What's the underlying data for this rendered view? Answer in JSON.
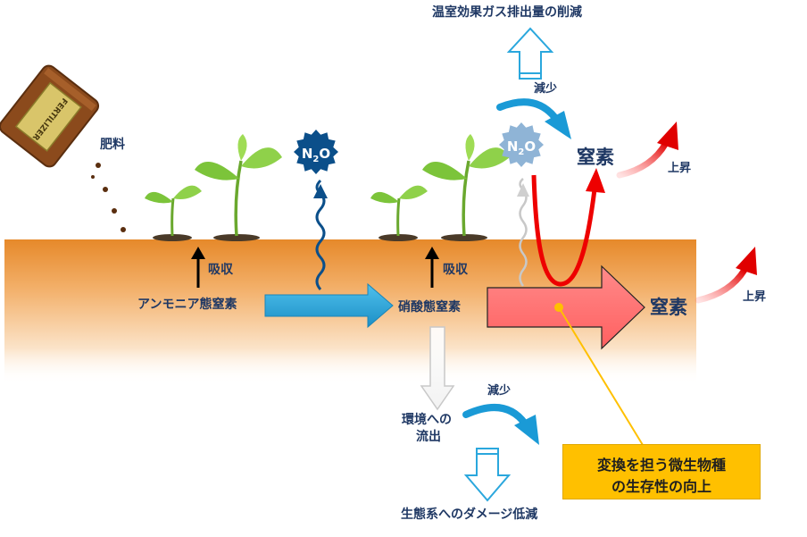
{
  "labels": {
    "fertilizer": "肥料",
    "absorb_left": "吸収",
    "absorb_right": "吸収",
    "ammonium": "アンモニア態窒素",
    "nitrate": "硝酸態窒素",
    "nitrogen_gas_top": "窒素",
    "nitrogen_gas_right": "窒素",
    "rise_top": "上昇",
    "rise_right": "上昇",
    "reduce_top": "減少",
    "reduce_bottom": "減少",
    "ghg_reduction": "温室効果ガス排出量の削減",
    "runoff_line1": "環境への",
    "runoff_line2": "流出",
    "ecosystem": "生態系へのダメージ低減",
    "microbe_line1": "変換を担う微生物種",
    "microbe_line2": "の生存性の向上",
    "n2o_main": "N",
    "n2o_sub": "2",
    "n2o_tail": "O",
    "fertilizer_bag_text": "FERTILIZER"
  },
  "colors": {
    "soil_top": "#e6892a",
    "blue_arrow": "#2aa7dd",
    "red_arrow": "#ff6b6b",
    "curve_red": "#ee0000",
    "n2o_dark": "#0b4f8a",
    "n2o_light": "#8fb4d6",
    "highlight_box": "#ffc000",
    "text_navy": "#1f3864"
  }
}
